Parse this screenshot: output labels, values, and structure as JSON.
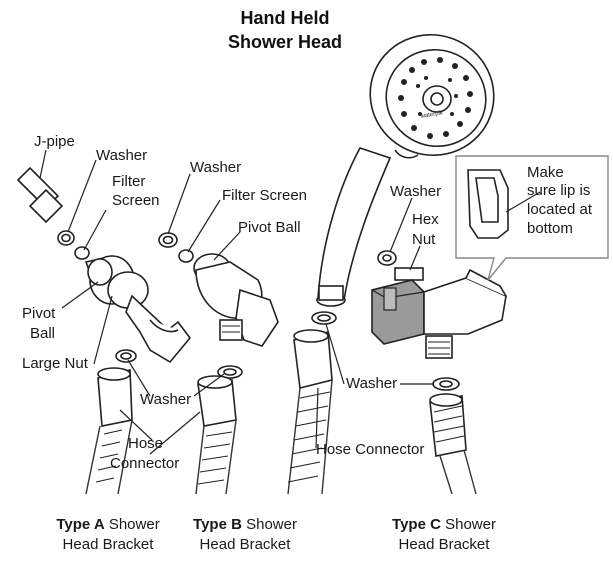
{
  "title": {
    "line1": "Hand Held",
    "line2": "Shower Head"
  },
  "labels": {
    "j_pipe": "J-pipe",
    "washer_a_top": "Washer",
    "filter_screen_a_1": "Filter",
    "filter_screen_a_2": "Screen",
    "pivot_ball_a_1": "Pivot",
    "pivot_ball_a_2": "Ball",
    "large_nut": "Large Nut",
    "washer_a_bottom": "Washer",
    "hose_connector_a_1": "Hose",
    "hose_connector_a_2": "Connector",
    "washer_b_top": "Washer",
    "filter_screen_b": "Filter Screen",
    "pivot_ball_b": "Pivot Ball",
    "washer_c_top": "Washer",
    "hex_nut_1": "Hex",
    "hex_nut_2": "Nut",
    "washer_c_bottom": "Washer",
    "hose_connector_c": "Hose Connector",
    "callout_1": "Make",
    "callout_2": "sure lip is",
    "callout_3": "located at",
    "callout_4": "bottom",
    "brand": "waterpik"
  },
  "captions": [
    {
      "type": "Type A",
      "rest": " Shower",
      "line2": "Head Bracket"
    },
    {
      "type": "Type B",
      "rest": " Shower",
      "line2": "Head Bracket"
    },
    {
      "type": "Type C",
      "rest": " Shower",
      "line2": "Head Bracket"
    }
  ],
  "colors": {
    "ink": "#1a1a1a",
    "bracket_c_fill": "#9a9a9a",
    "callout_border": "#888888"
  }
}
